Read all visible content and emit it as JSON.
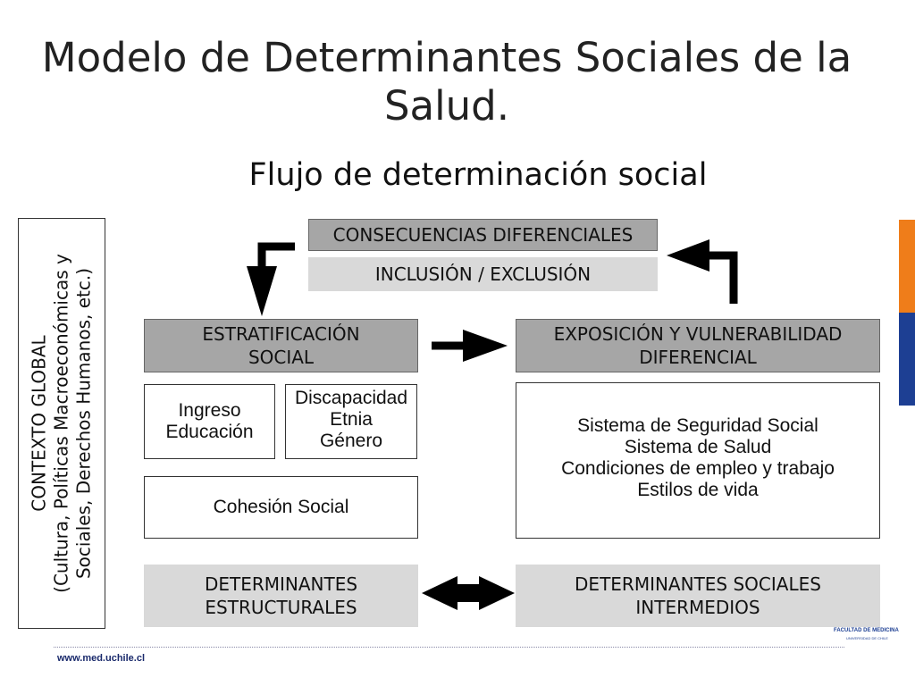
{
  "title": "Modelo de Determinantes Sociales de la Salud.",
  "subtitle": "Flujo de determinación social",
  "global_context": {
    "line1": "CONTEXTO GLOBAL",
    "line2": "(Cultura, Políticas Macroeconómicas y",
    "line3": "Sociales, Derechos Humanos, etc.)"
  },
  "consequences": "CONSECUENCIAS DIFERENCIALES",
  "inclusion": "INCLUSIÓN / EXCLUSIÓN",
  "stratification": {
    "line1": "ESTRATIFICACIÓN",
    "line2": "SOCIAL"
  },
  "exposure": {
    "line1": "EXPOSICIÓN Y VULNERABILIDAD",
    "line2": "DIFERENCIAL"
  },
  "income_box": {
    "line1": "Ingreso",
    "line2": "Educación"
  },
  "disability_box": {
    "line1": "Discapacidad",
    "line2": "Etnia",
    "line3": "Género"
  },
  "cohesion": "Cohesión Social",
  "systems_box": {
    "line1": "Sistema de Seguridad Social",
    "line2": "Sistema de Salud",
    "line3": "Condiciones de empleo y trabajo",
    "line4": "Estilos de vida"
  },
  "structural": {
    "line1": "DETERMINANTES",
    "line2": "ESTRUCTURALES"
  },
  "intermediate": {
    "line1": "DETERMINANTES SOCIALES",
    "line2": "INTERMEDIOS"
  },
  "footer_url": "www.med.uchile.cl",
  "logo": {
    "name": "FACULTAD DE MEDICINA",
    "sub": "UNIVERSIDAD DE CHILE"
  },
  "colors": {
    "dark_box": "#a6a6a6",
    "light_box": "#d9d9d9",
    "accent_orange": "#ef7d1a",
    "accent_blue": "#1d3f93"
  }
}
